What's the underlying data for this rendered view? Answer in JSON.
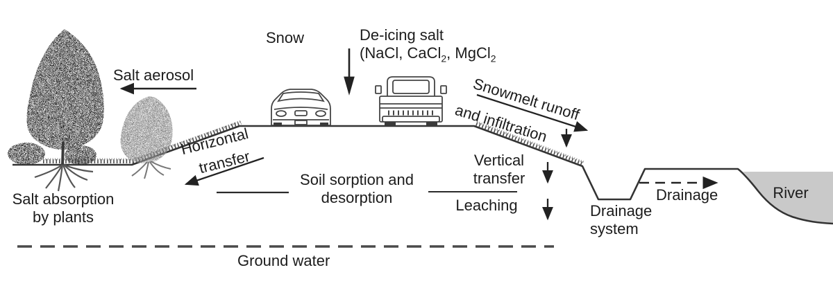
{
  "diagram": {
    "title_hint": "De-icing salt transport cross-section",
    "labels": {
      "snow": "Snow",
      "deicing_title": "De-icing salt",
      "formula": {
        "p1": "(NaCl, CaCl",
        "s1": "2",
        "p2": ", MgCl",
        "s2": "2"
      },
      "salt_aerosol": "Salt aerosol",
      "snowmelt_line1": "Snowmelt runoff",
      "snowmelt_line2": "and infiltration",
      "horizontal_line1": "Horizontal",
      "horizontal_line2": "transfer",
      "salt_absorption_line1": "Salt absorption",
      "salt_absorption_line2": "by plants",
      "soil_line1": "Soil sorption and",
      "soil_line2": "desorption",
      "vertical_line1": "Vertical",
      "vertical_line2": "transfer",
      "leaching": "Leaching",
      "drainage_system_line1": "Drainage",
      "drainage_system_line2": "system",
      "drainage_flow": "Drainage",
      "river": "River",
      "ground_water": "Ground water"
    },
    "colors": {
      "line": "#333333",
      "arrow": "#222222",
      "river_fill": "#c9c9c9",
      "text": "#1c1c1c"
    }
  }
}
